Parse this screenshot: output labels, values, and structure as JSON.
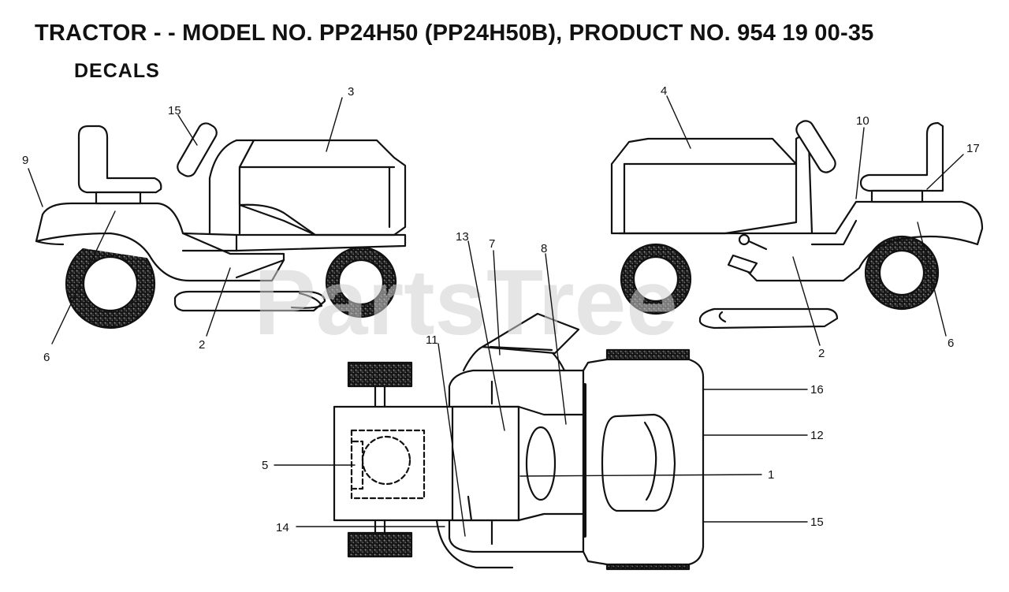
{
  "header": {
    "title": "TRACTOR - - MODEL NO. PP24H50 (PP24H50B), PRODUCT NO. 954 19 00-35",
    "section": "DECALS"
  },
  "watermark": "PartsTree",
  "callouts": {
    "c1": "1",
    "c2_left": "2",
    "c2_right": "2",
    "c3": "3",
    "c4": "4",
    "c5": "5",
    "c6_left": "6",
    "c6_right": "6",
    "c7": "7",
    "c8": "8",
    "c9": "9",
    "c10": "10",
    "c11": "11",
    "c12": "12",
    "c13": "13",
    "c14": "14",
    "c15_left": "15",
    "c15_bottom": "15",
    "c16": "16",
    "c17": "17"
  },
  "colors": {
    "ink": "#111111",
    "tire": "#3a3a3a",
    "watermark": "#cfcfcf"
  }
}
